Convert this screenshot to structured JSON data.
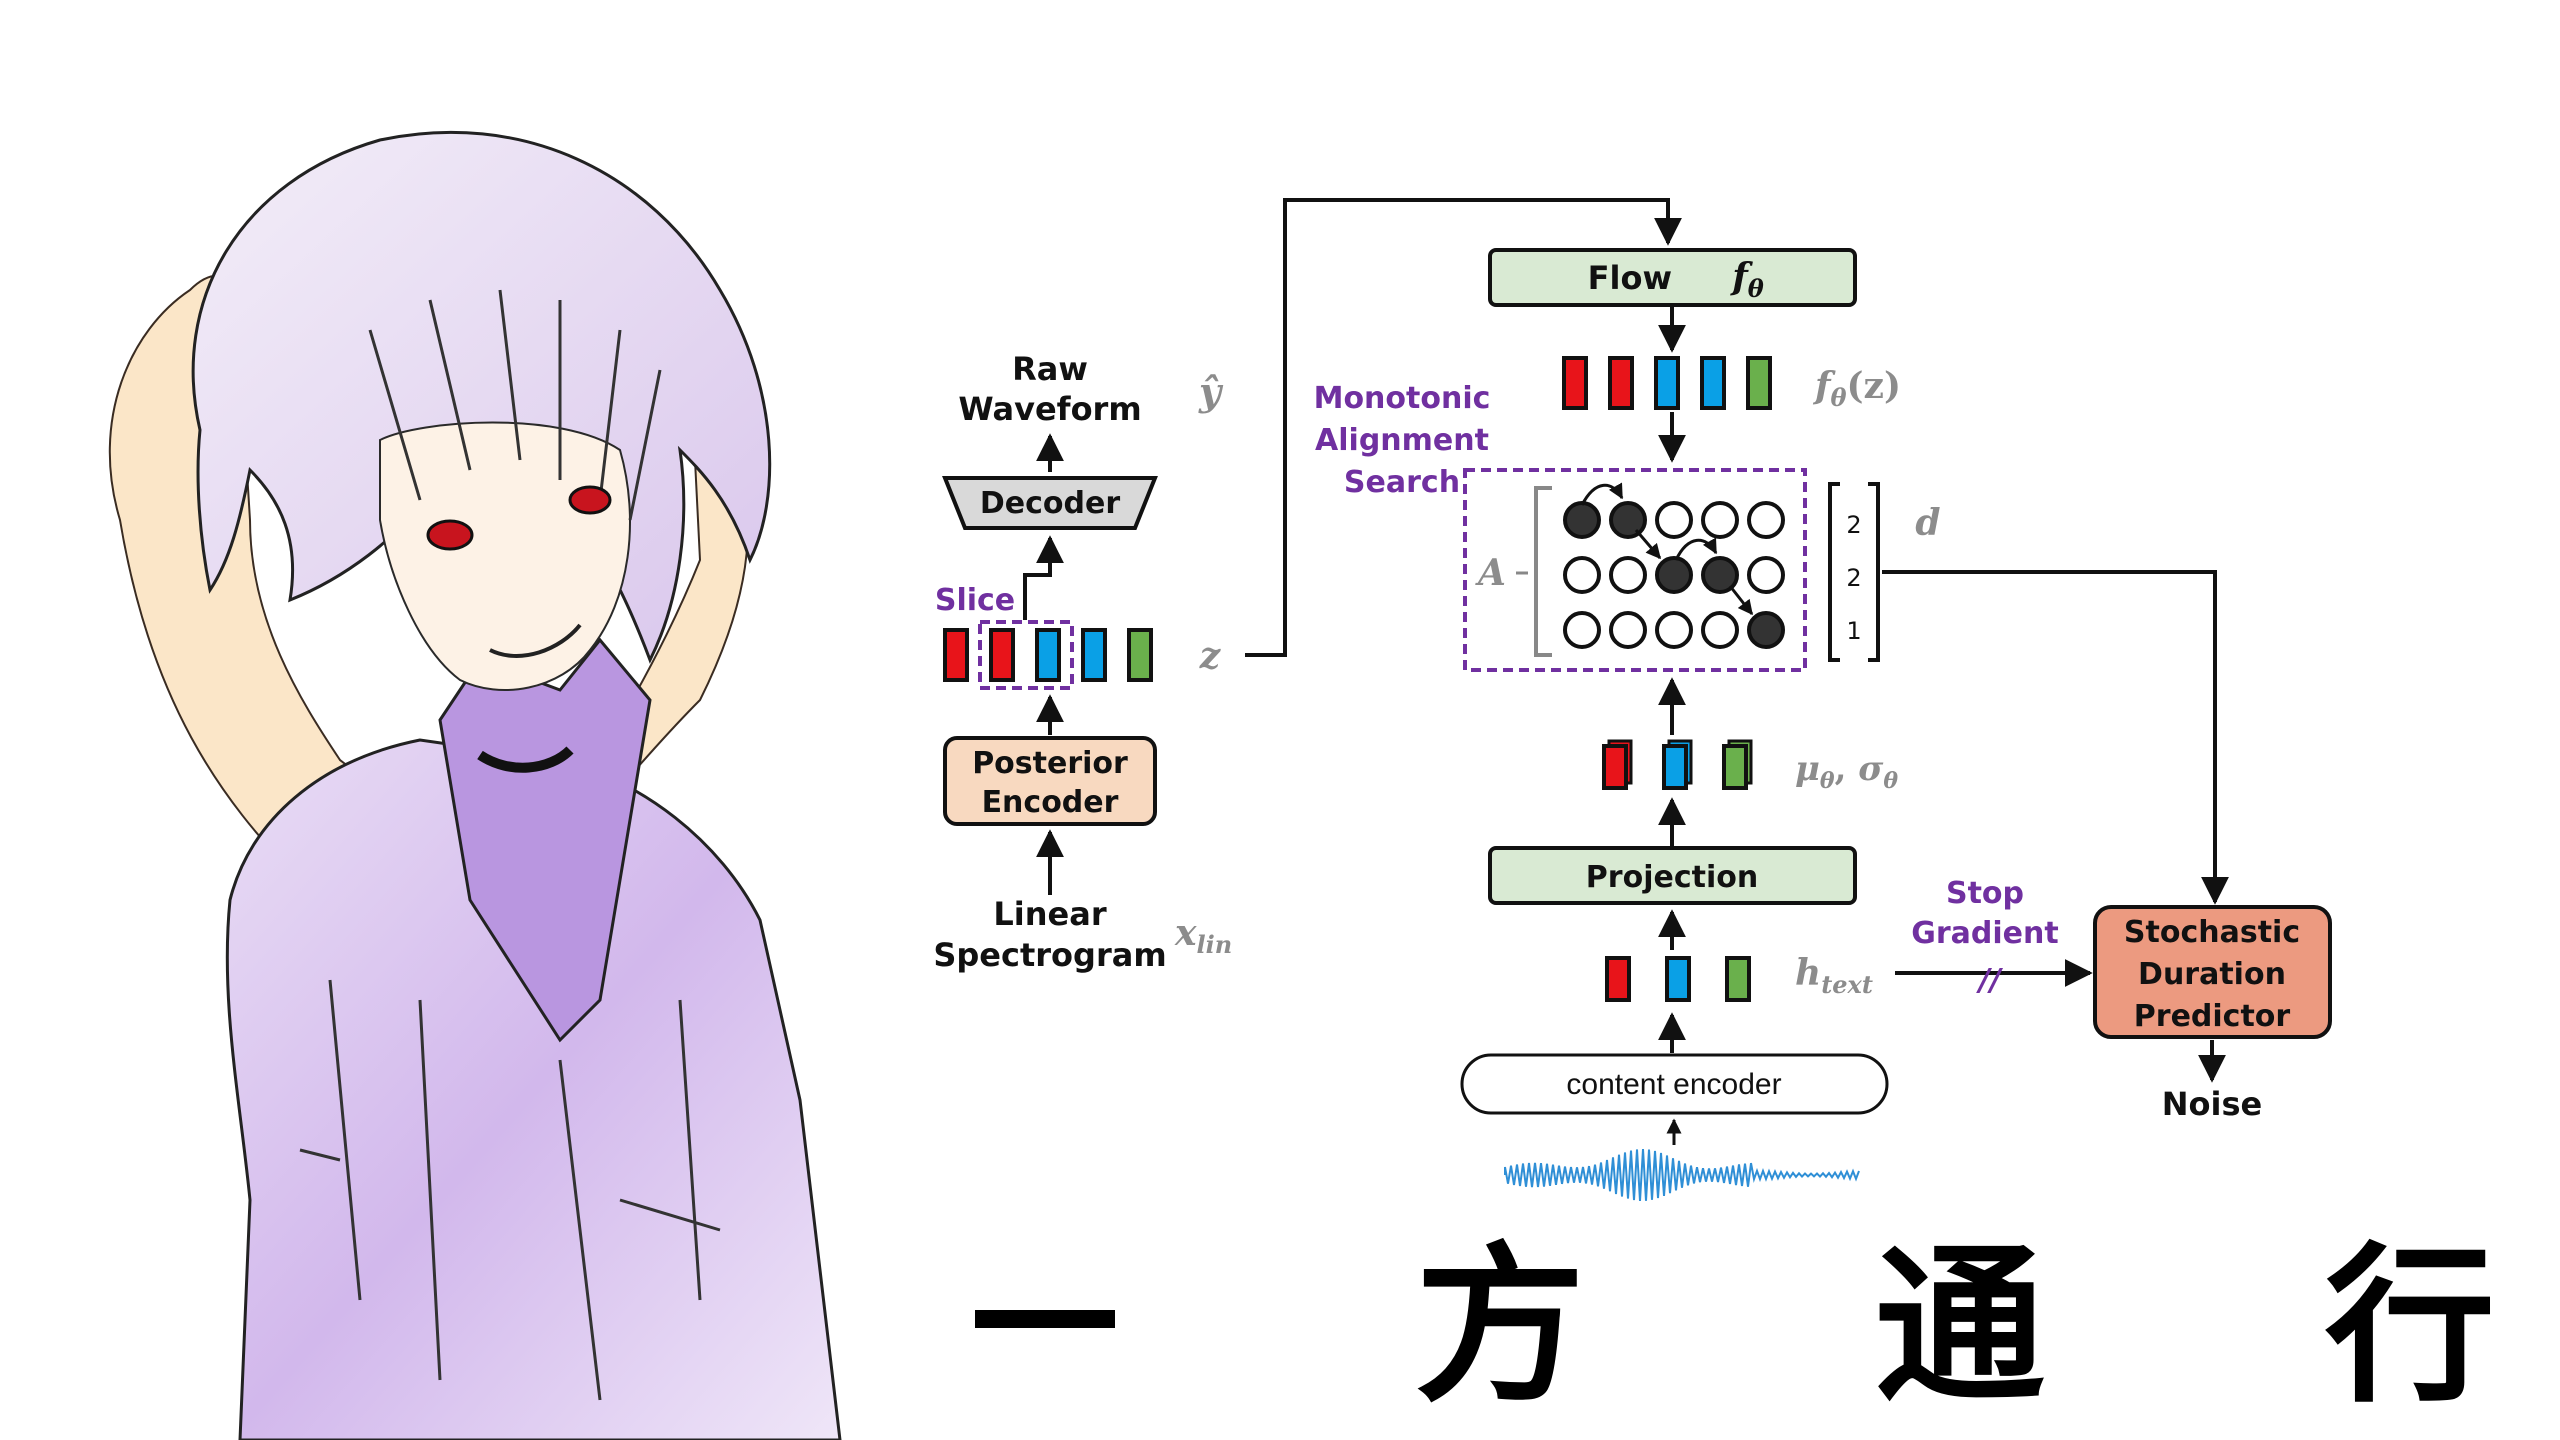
{
  "colors": {
    "red": "#e8141a",
    "blue": "#0aa0e6",
    "green": "#6ab04c",
    "green_box": "#d9ead3",
    "peach_box": "#f8d9c0",
    "salmon_box": "#ec9a80",
    "decoder_box": "#d9d9d9",
    "purple": "#7030a0",
    "math_gray": "#8c8c8c",
    "wave_blue": "#2f8fd6"
  },
  "left_pipeline": {
    "output_label_line1": "Raw",
    "output_label_line2": "Waveform",
    "output_symbol": "ŷ",
    "decoder_label": "Decoder",
    "slice_label": "Slice",
    "latent_symbol": "z",
    "latent_blocks": [
      "red",
      "red",
      "blue",
      "blue",
      "green"
    ],
    "posterior_line1": "Posterior",
    "posterior_line2": "Encoder",
    "input_line1": "Linear",
    "input_line2": "Spectrogram",
    "input_symbol": "x",
    "input_symbol_sub": "lin"
  },
  "right_pipeline": {
    "flow_label": "Flow",
    "flow_symbol": "f",
    "flow_symbol_sub": "θ",
    "flow_output_symbol": "f",
    "flow_output_sub": "θ",
    "flow_output_arg": "(z)",
    "flow_blocks": [
      "red",
      "red",
      "blue",
      "blue",
      "green"
    ],
    "mas_line1": "Monotonic",
    "mas_line2": "Alignment",
    "mas_line3": "Search",
    "alignment_symbol": "A",
    "alignment_grid": [
      [
        1,
        1,
        0,
        0,
        0
      ],
      [
        0,
        0,
        1,
        1,
        0
      ],
      [
        0,
        0,
        0,
        0,
        1
      ]
    ],
    "durations": [
      "2",
      "2",
      "1"
    ],
    "duration_symbol": "d",
    "prior_symbol": "μ",
    "prior_sub": "θ",
    "prior_symbol2": "σ",
    "prior_sub2": "θ",
    "prior_blocks": [
      "red",
      "blue",
      "green"
    ],
    "projection_label": "Projection",
    "text_blocks": [
      "red",
      "blue",
      "green"
    ],
    "text_symbol": "h",
    "text_symbol_sub": "text",
    "content_encoder_label": "content encoder",
    "stop_line1": "Stop",
    "stop_line2": "Gradient",
    "stop_mark": "//",
    "sdp_line1": "Stochastic",
    "sdp_line2": "Duration",
    "sdp_line3": "Predictor",
    "noise_label": "Noise"
  },
  "caption": [
    "一",
    "方",
    "通",
    "行"
  ]
}
